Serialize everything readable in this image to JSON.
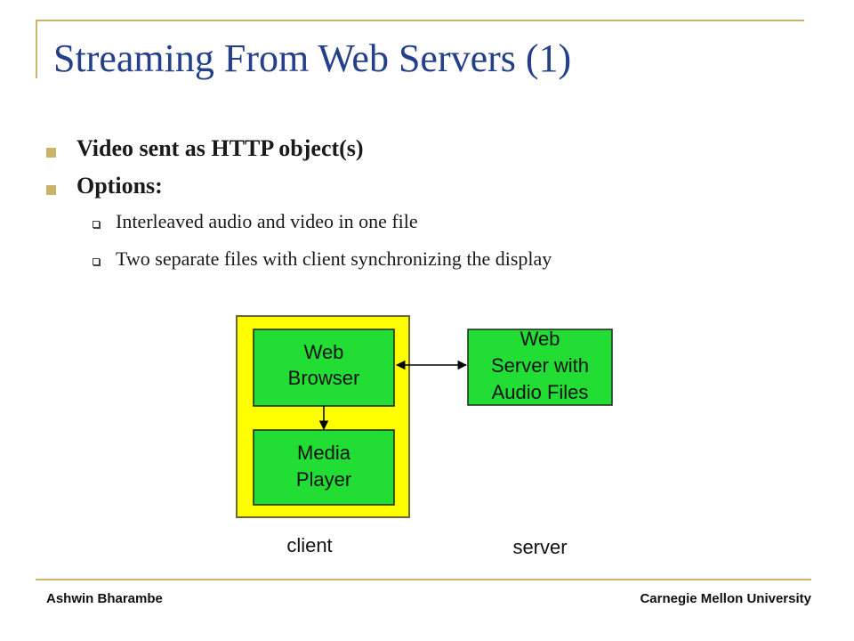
{
  "slide": {
    "title": "Streaming From Web Servers (1)",
    "bullets": [
      {
        "text": "Video sent as HTTP object(s)"
      },
      {
        "text": "Options:",
        "subitems": [
          {
            "text": "Interleaved audio and video in one file"
          },
          {
            "text": "Two separate files with client synchronizing the display"
          }
        ]
      }
    ]
  },
  "diagram": {
    "web_browser": [
      "Web",
      "Browser"
    ],
    "media_player": [
      "Media",
      "Player"
    ],
    "web_server": [
      "Web",
      "Server with",
      "Audio Files"
    ],
    "client_label": "client",
    "server_label": "server"
  },
  "footer": {
    "author": "Ashwin Bharambe",
    "institution": "Carnegie Mellon University"
  },
  "colors": {
    "title": "#24408a",
    "accent_rule": "#c8b46a",
    "client_box": "#ffff00",
    "node_fill": "#22dd33"
  }
}
